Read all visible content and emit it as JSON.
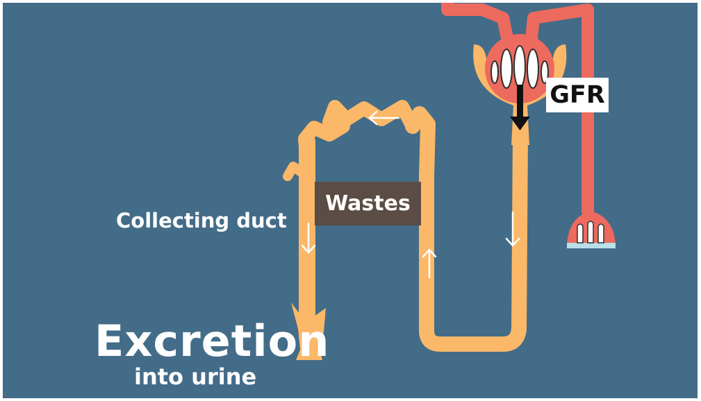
{
  "labels": {
    "collecting_duct": "Collecting duct",
    "wastes": "Wastes",
    "gfr": "GFR",
    "excretion": "Excretion",
    "into_urine": "into urine"
  },
  "colors": {
    "background": "#436c88",
    "tubule": "#fbb868",
    "vessel": "#ec6a5e",
    "wastes_box": "#5b4d45",
    "arrow": "#ffffff",
    "gfr_arrow": "#111111",
    "capillary_base": "#b9dfe9"
  },
  "icons": {
    "flow_arrows": "arrow-icon",
    "gfr_arrow": "down-arrow-icon"
  }
}
